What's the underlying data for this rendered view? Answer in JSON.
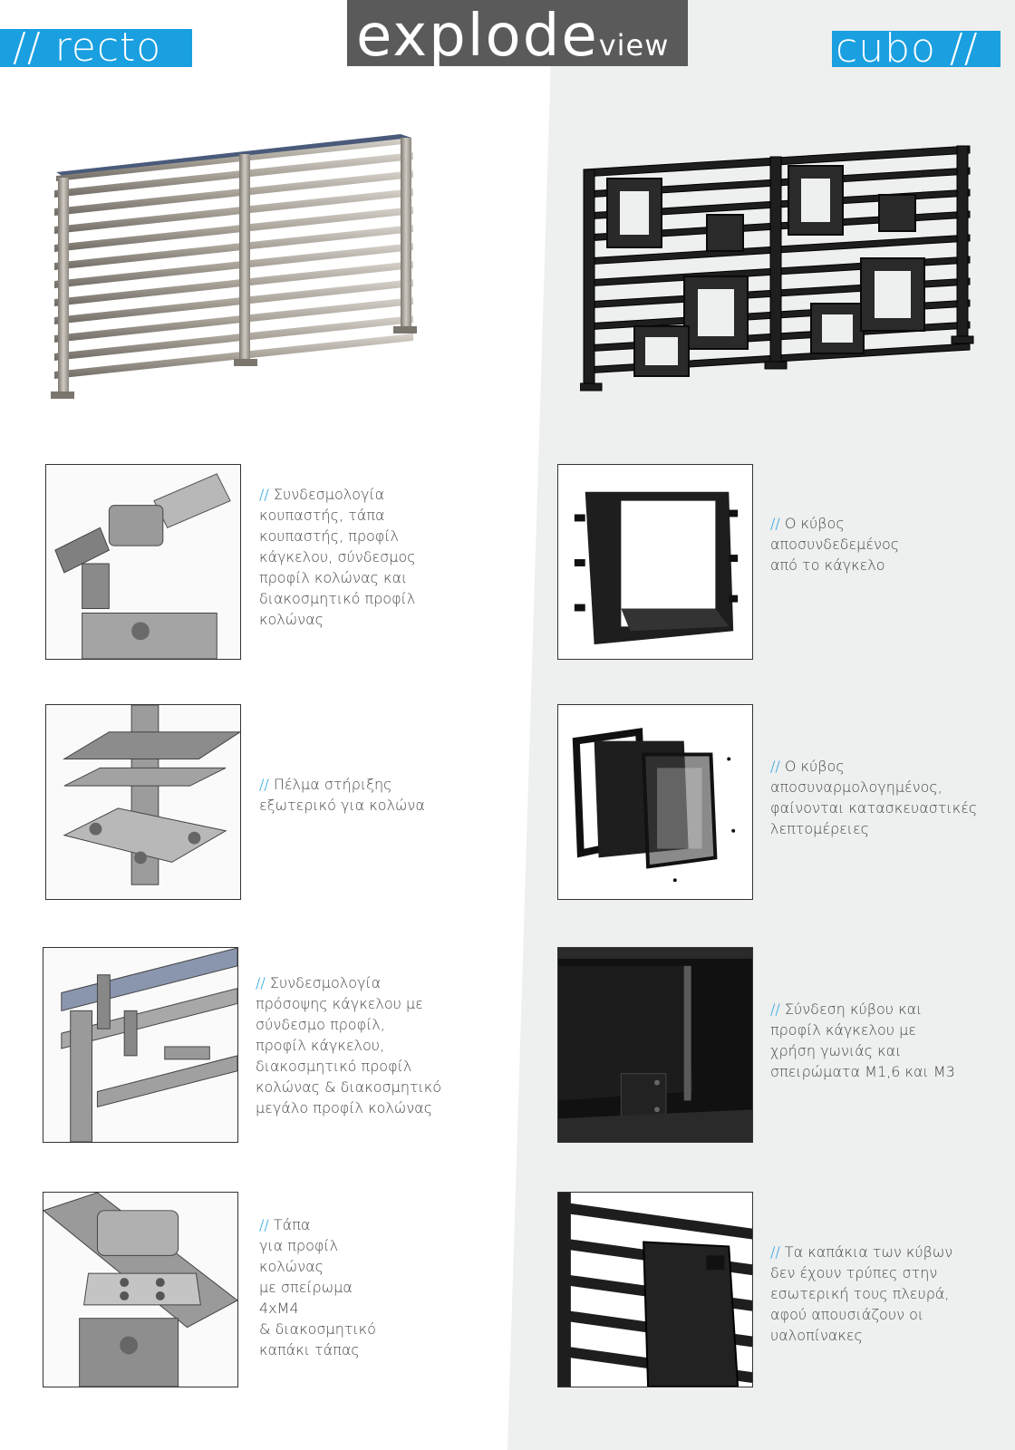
{
  "header": {
    "left_label": "// recto",
    "center_main": "explode",
    "center_sub": "view",
    "right_label": "cubo //"
  },
  "colors": {
    "accent": "#1a9fe0",
    "title_bg": "#5a5a5a"
  },
  "captions": {
    "marker": "//",
    "recto": [
      {
        "text": "Συνδεσμολογία\nκουπαστής, τάπα\nκουπαστής, προφίλ\nκάγκελου, σύνδεσμος\nπροφίλ κολώνας και\nδιακοσμητικό προφίλ\nκολώνας"
      },
      {
        "text": "Πέλμα στήριξης\nεξωτερικό για κολώνα"
      },
      {
        "text": "Συνδεσμολογία\nπρόσοψης κάγκελου με\nσύνδεσμο προφίλ,\nπροφίλ κάγκελου,\nδιακοσμητικό προφίλ\nκολώνας & διακοσμητικό\nμεγάλο προφίλ κολώνας"
      },
      {
        "text": "Τάπα\nγια προφίλ\nκολώνας\nμε σπείρωμα\n4xM4\n& διακοσμητικό\nκαπάκι τάπας"
      }
    ],
    "cubo": [
      {
        "text": "Ο κύβος\nαποσυνδεδεμένος\nαπό το κάγκελο"
      },
      {
        "text": "Ο κύβος\nαποσυναρμολογημένος,\nφαίνονται κατασκευαστικές\nλεπτομέρειες"
      },
      {
        "text": "Σύνδεση κύβου και\nπροφίλ κάγκελου με\nχρήση γωνιάς και\nσπειρώματα Μ1,6 και Μ3"
      },
      {
        "text": "Τα καπάκια των κύβων\nδεν έχουν τρύπες στην\nεσωτερική τους πλευρά,\nαφού απουσιάζουν οι\nυαλοπίνακες"
      }
    ]
  }
}
